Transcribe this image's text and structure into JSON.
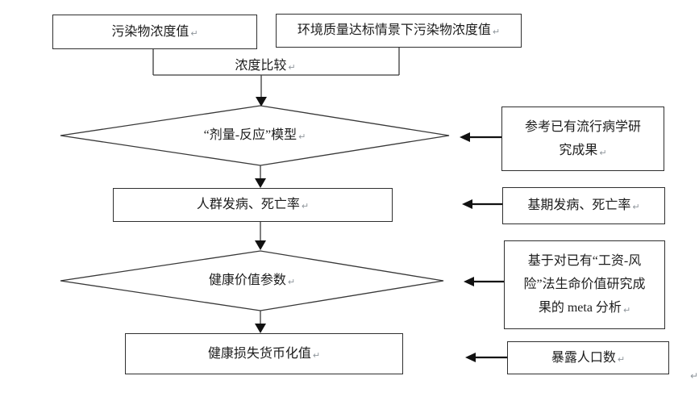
{
  "nodes": {
    "pollutant_box": {
      "text": "污染物浓度值"
    },
    "standard_box": {
      "text": "环境质量达标情景下污染物浓度值"
    },
    "compare_label": {
      "text": "浓度比较"
    },
    "dose_response_diamond": {
      "text": "“剂量-反应”模型"
    },
    "morbidity_rect": {
      "text": "人群发病、死亡率"
    },
    "health_value_diamond": {
      "text": "健康价值参数"
    },
    "monetized_rect": {
      "text": "健康损失货币化值"
    },
    "epi_box": {
      "lines": [
        "参考已有流行病学研",
        "究成果"
      ]
    },
    "base_rate_box": {
      "text": "基期发病、死亡率"
    },
    "meta_box": {
      "lines": [
        "基于对已有“工资-风",
        "险”法生命价值研究成",
        "果的 meta 分析"
      ]
    },
    "population_box": {
      "text": "暴露人口数"
    }
  },
  "marks": {
    "return": "↵"
  },
  "colors": {
    "line": "#2f2f2f",
    "arrow_fill": "#111111",
    "text": "#1c1c1c",
    "background": "#ffffff"
  }
}
